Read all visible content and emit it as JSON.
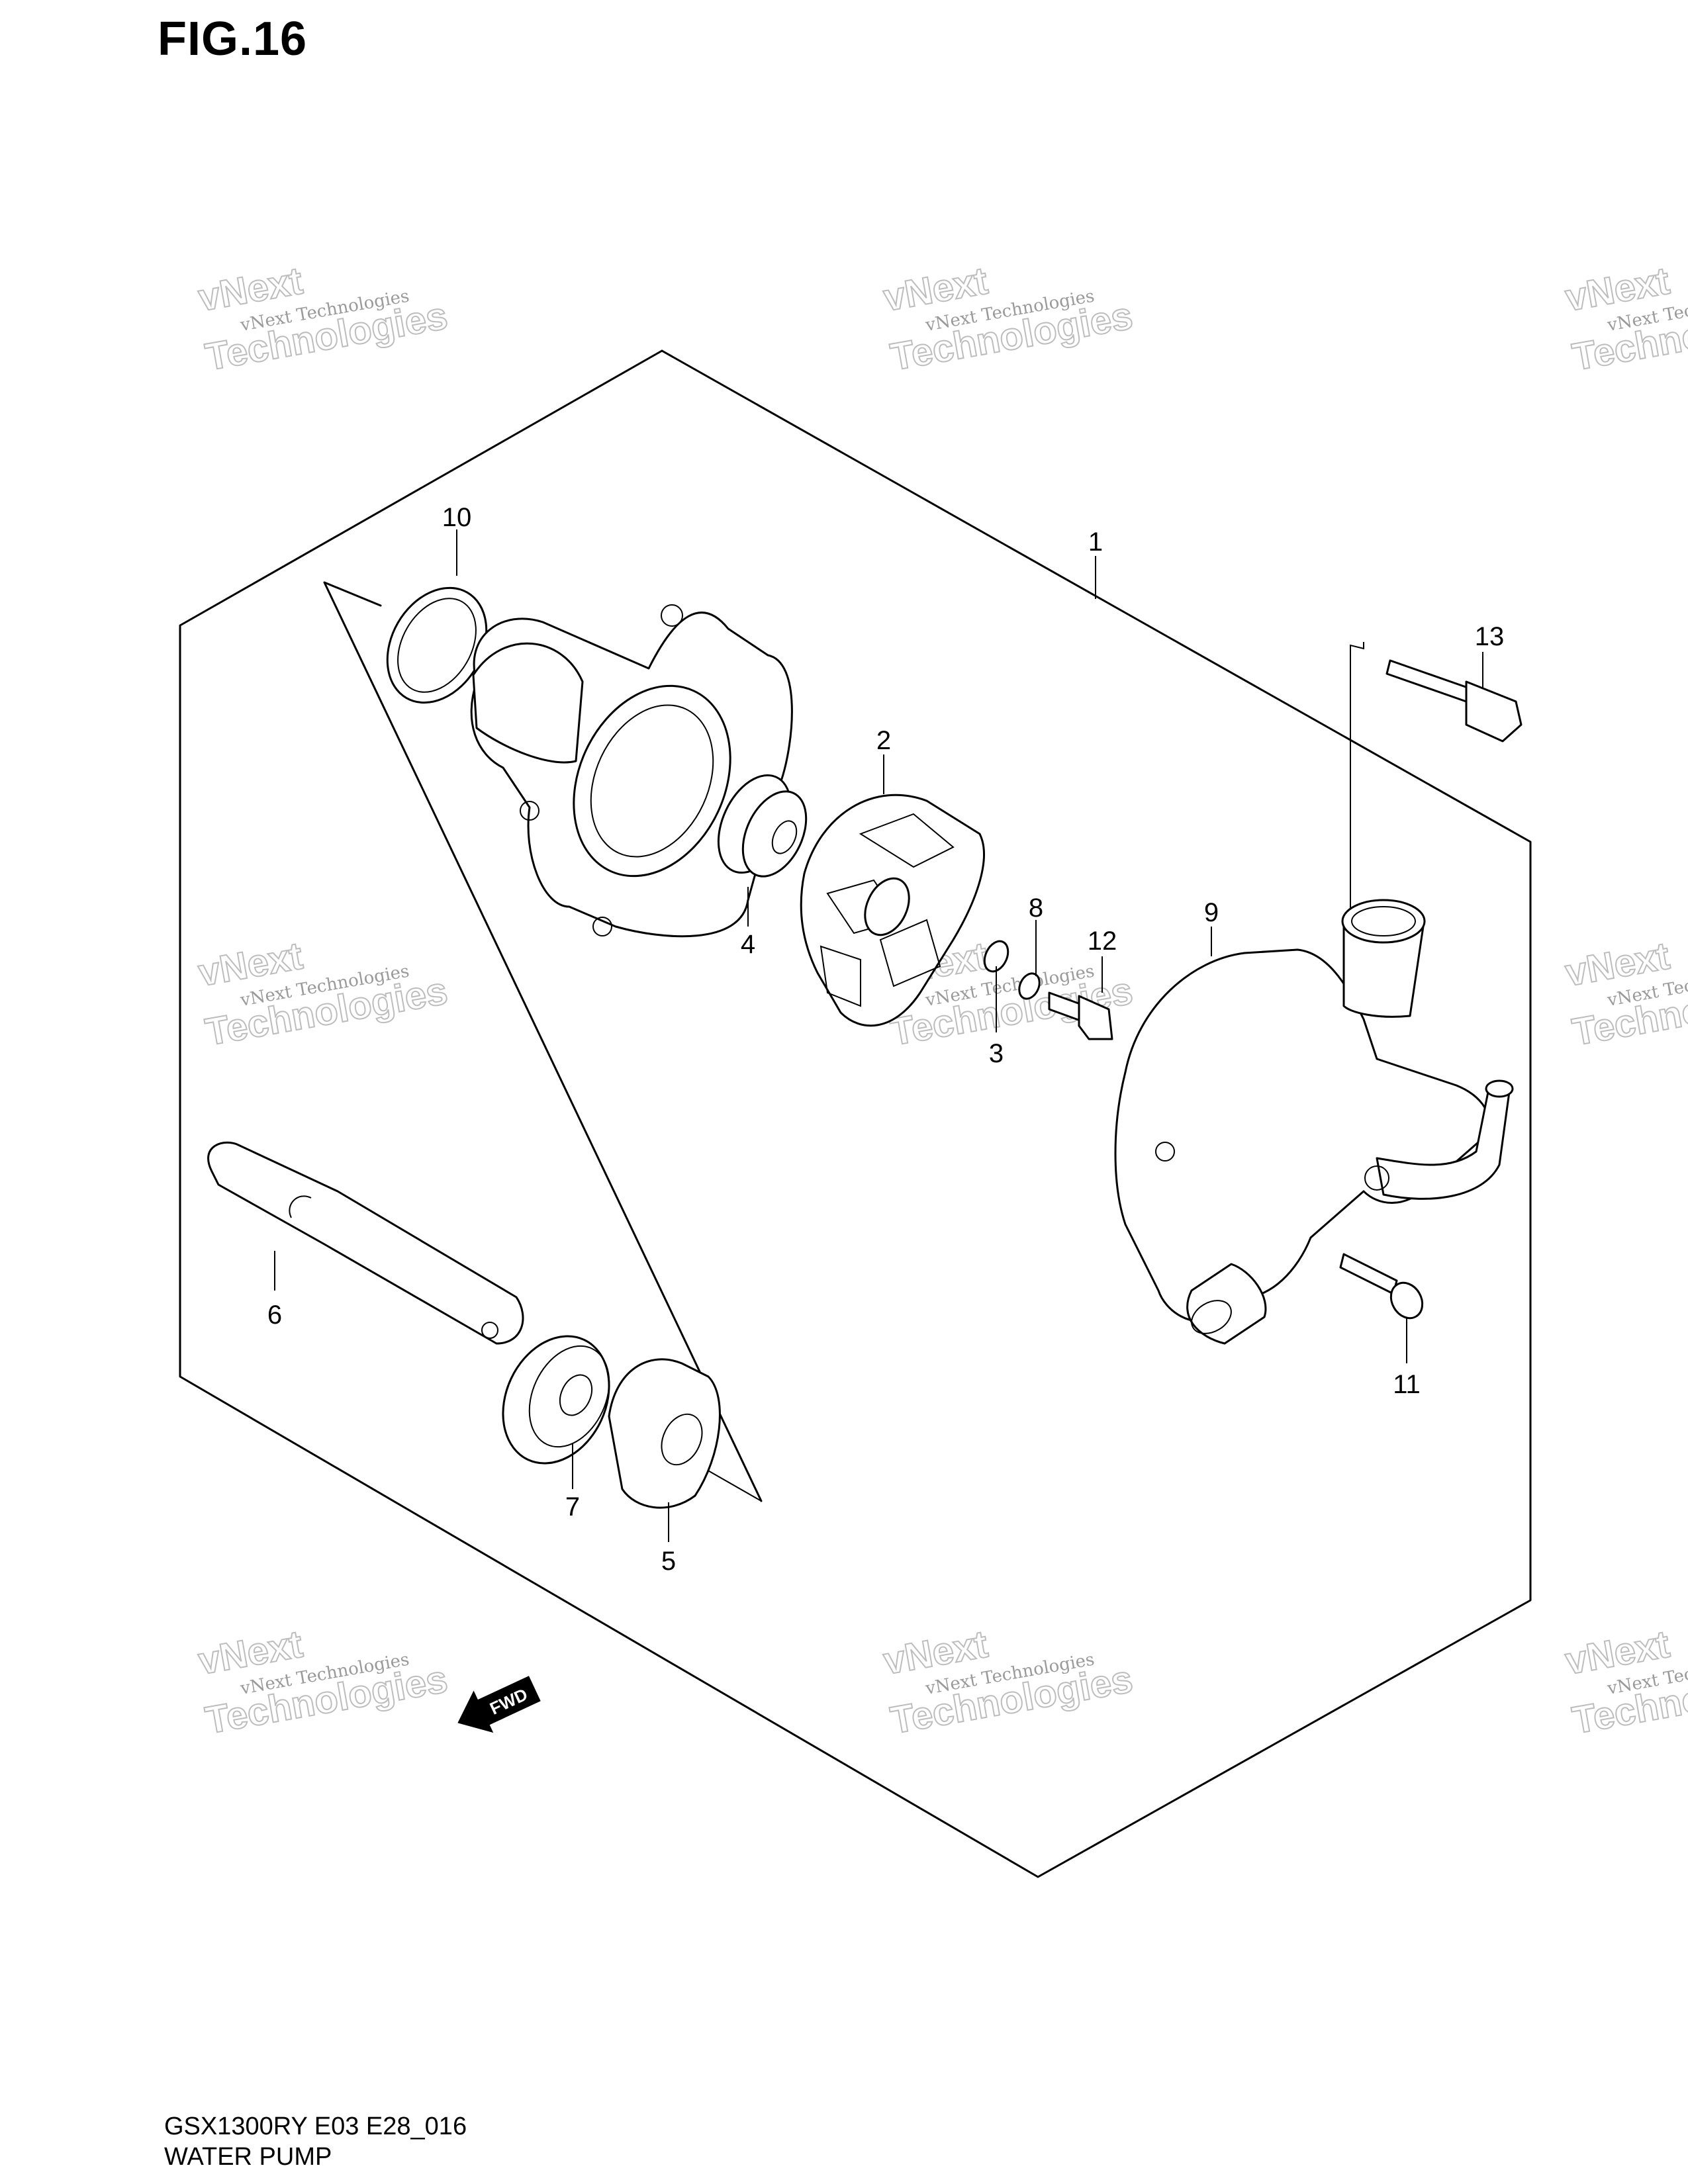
{
  "figure": {
    "title": "FIG.16",
    "model_code": "GSX1300RY E03 E28_016",
    "assembly_name": "WATER PUMP"
  },
  "watermark": {
    "line1": "vNext Technologies",
    "line2": "vNext",
    "line3": "Technologies"
  },
  "fwd_label": "FWD",
  "callouts": [
    "1",
    "2",
    "3",
    "4",
    "5",
    "6",
    "7",
    "8",
    "9",
    "10",
    "11",
    "12",
    "13"
  ]
}
